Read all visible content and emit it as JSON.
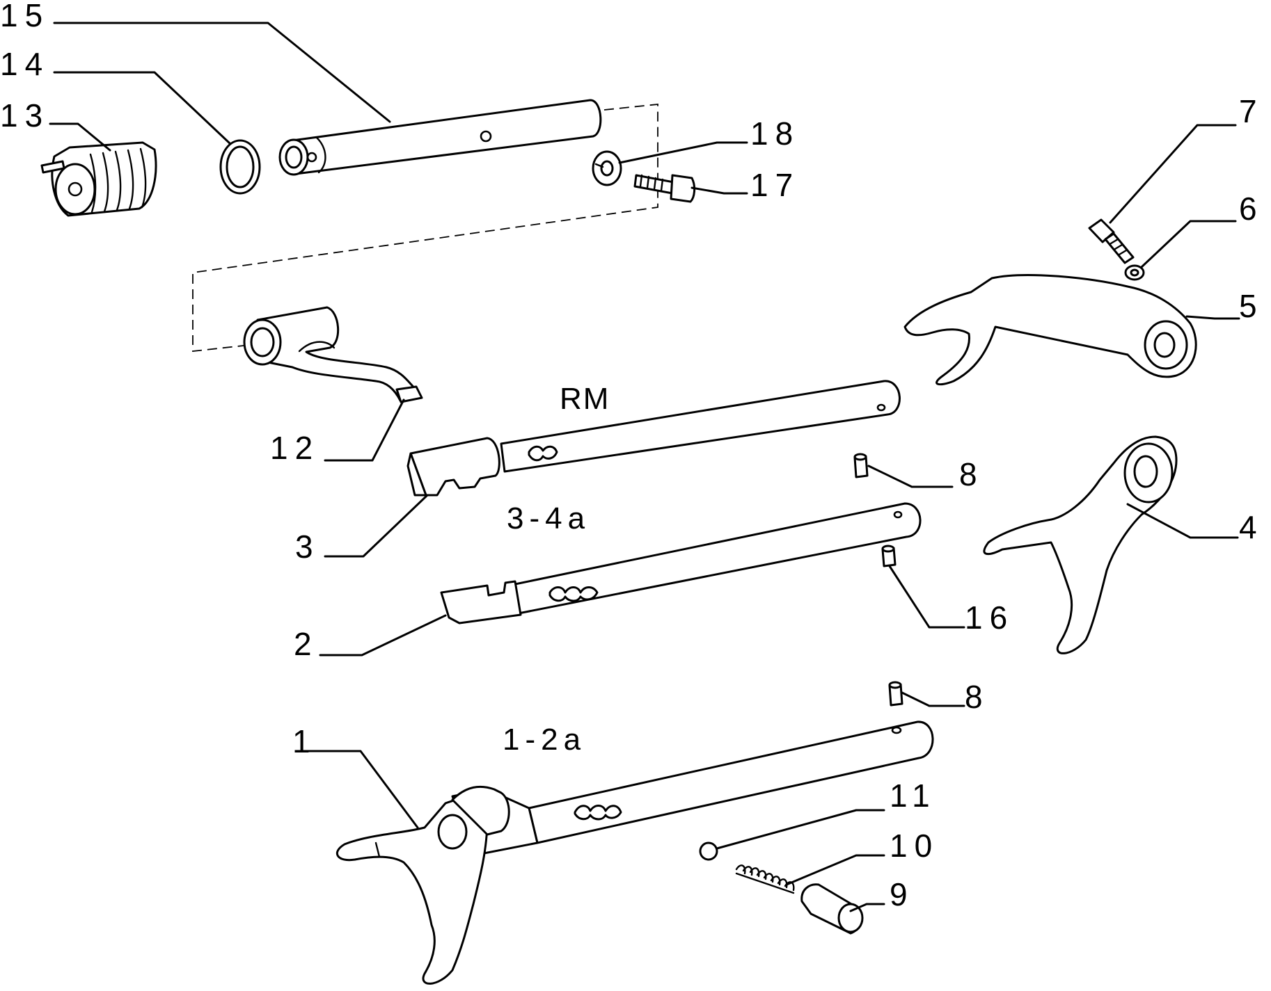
{
  "diagram": {
    "callouts": {
      "c1": "1",
      "c2": "2",
      "c3": "3",
      "c4": "4",
      "c5": "5",
      "c6": "6",
      "c7": "7",
      "c8a": "8",
      "c8b": "8",
      "c9": "9",
      "c10": "10",
      "c11": "11",
      "c12": "12",
      "c13": "13",
      "c14": "14",
      "c15": "15",
      "c16": "16",
      "c17": "17",
      "c18": "18"
    },
    "gear_labels": {
      "rm": "RM",
      "g34": "3-4a",
      "g12": "1-2a"
    }
  }
}
